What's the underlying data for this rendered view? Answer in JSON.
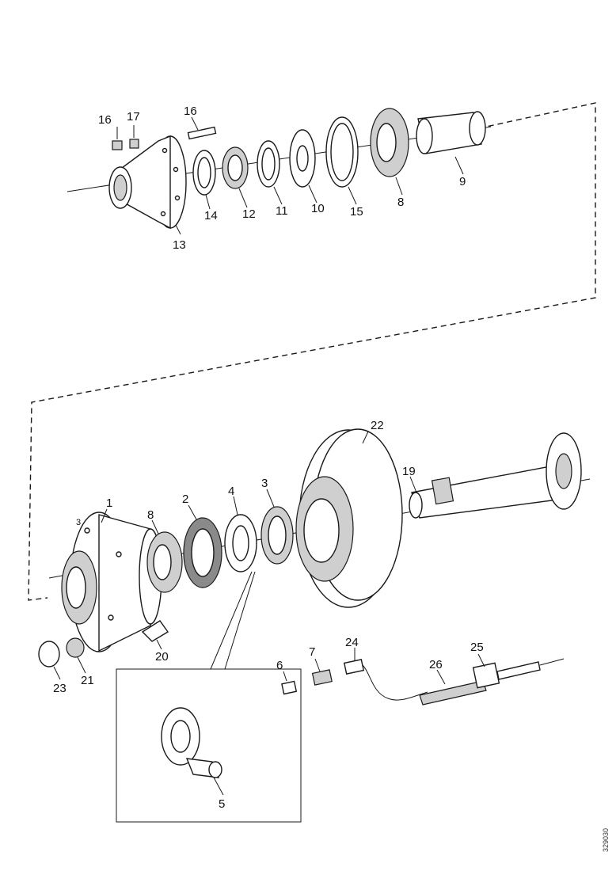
{
  "callouts": {
    "c16a": "16",
    "c17": "17",
    "c16b": "16",
    "c14": "14",
    "c12": "12",
    "c11": "11",
    "c10": "10",
    "c15": "15",
    "c8a": "8",
    "c9": "9",
    "c13": "13",
    "c22": "22",
    "c19": "19",
    "c1": "1",
    "c3a": "3",
    "c8b": "8",
    "c2": "2",
    "c4": "4",
    "c3b": "3",
    "c20": "20",
    "c23": "23",
    "c21": "21",
    "c6": "6",
    "c7": "7",
    "c24": "24",
    "c25": "25",
    "c26": "26",
    "c5": "5"
  },
  "figure_code": "329030"
}
